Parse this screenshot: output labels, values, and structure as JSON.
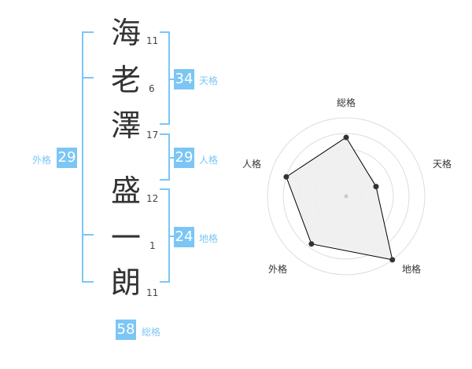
{
  "name": {
    "chars": [
      {
        "char": "海",
        "strokes": "11"
      },
      {
        "char": "老",
        "strokes": "6"
      },
      {
        "char": "澤",
        "strokes": "17"
      },
      {
        "char": "盛",
        "strokes": "12"
      },
      {
        "char": "一",
        "strokes": "1"
      },
      {
        "char": "朗",
        "strokes": "11"
      }
    ]
  },
  "fortune": {
    "tenkaku": {
      "value": "34",
      "label": "天格"
    },
    "jinkaku": {
      "value": "29",
      "label": "人格"
    },
    "chikaku": {
      "value": "24",
      "label": "地格"
    },
    "gaikaku": {
      "value": "29",
      "label": "外格"
    },
    "soukaku": {
      "value": "58",
      "label": "総格"
    }
  },
  "radar": {
    "labels": {
      "top": "総格",
      "right": "天格",
      "bottom_right": "地格",
      "bottom_left": "外格",
      "left": "人格"
    },
    "values": {
      "soukaku": 0.75,
      "tenkaku": 0.4,
      "chikaku": 1.0,
      "gaikaku": 0.75,
      "jinkaku": 0.8
    },
    "colors": {
      "fill": "#eeeeee",
      "line": "#000000",
      "grid": "#dddddd"
    }
  },
  "colors": {
    "accent": "#7cc6f5"
  }
}
